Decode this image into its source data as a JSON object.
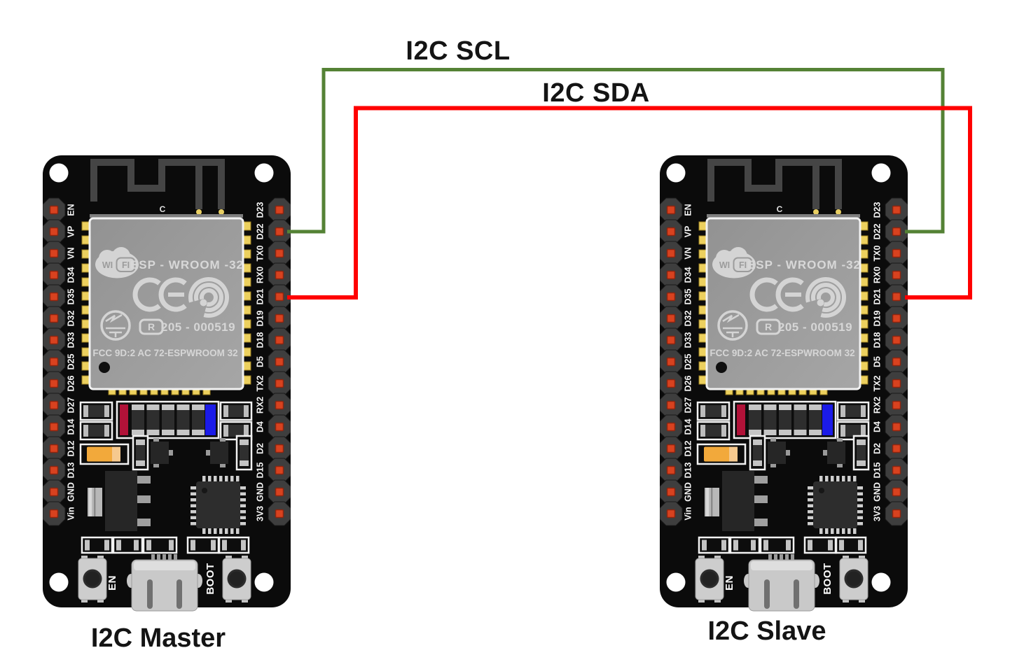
{
  "wires": [
    {
      "label": "I2C SCL",
      "signal": "SCL",
      "color": "#548235",
      "connects_pin": "D22"
    },
    {
      "label": "I2C SDA",
      "signal": "SDA",
      "color": "#ff0000",
      "connects_pin": "D21"
    }
  ],
  "boards": [
    {
      "caption": "I2C Master"
    },
    {
      "caption": "I2C Slave"
    }
  ],
  "board": {
    "antenna_label": "C",
    "left_pins": [
      "EN",
      "VP",
      "VN",
      "D34",
      "D35",
      "D32",
      "D33",
      "D25",
      "D26",
      "D27",
      "D14",
      "D12",
      "D13",
      "GND",
      "Vin"
    ],
    "right_pins": [
      "D23",
      "D22",
      "TX0",
      "RX0",
      "D21",
      "D19",
      "D18",
      "D5",
      "TX2",
      "RX2",
      "D4",
      "D2",
      "D15",
      "GND",
      "3V3"
    ],
    "module": {
      "logo_wi": "WI",
      "logo_fi": "FI",
      "title": "ESP - WROOM -32",
      "cert_r": "R",
      "cert_number": "205 - 000519",
      "fcc": "FCC 9D:2 AC 72-ESPWROOM  32"
    },
    "buttons": {
      "en": "EN",
      "boot": "BOOT"
    }
  }
}
